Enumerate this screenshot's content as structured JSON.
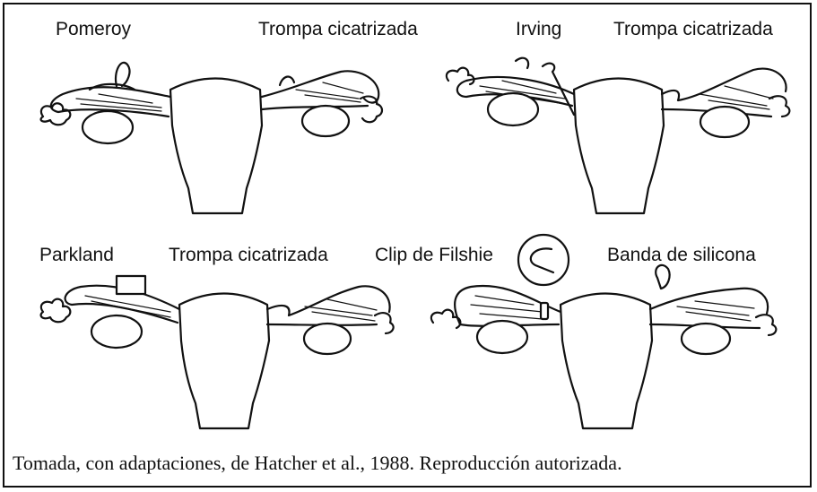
{
  "panels": [
    {
      "id": "pomeroy",
      "method_label": "Pomeroy",
      "scar_label": "Trompa cicatrizada"
    },
    {
      "id": "irving",
      "method_label": "Irving",
      "scar_label": "Trompa cicatrizada"
    },
    {
      "id": "parkland",
      "method_label": "Parkland",
      "scar_label": "Trompa cicatrizada"
    },
    {
      "id": "filshie",
      "method_label": "Clip de Filshie",
      "scar_label": "Banda de silicona"
    }
  ],
  "caption": "Tomada, con adaptaciones, de Hatcher et al., 1988. Reproducción autorizada."
}
